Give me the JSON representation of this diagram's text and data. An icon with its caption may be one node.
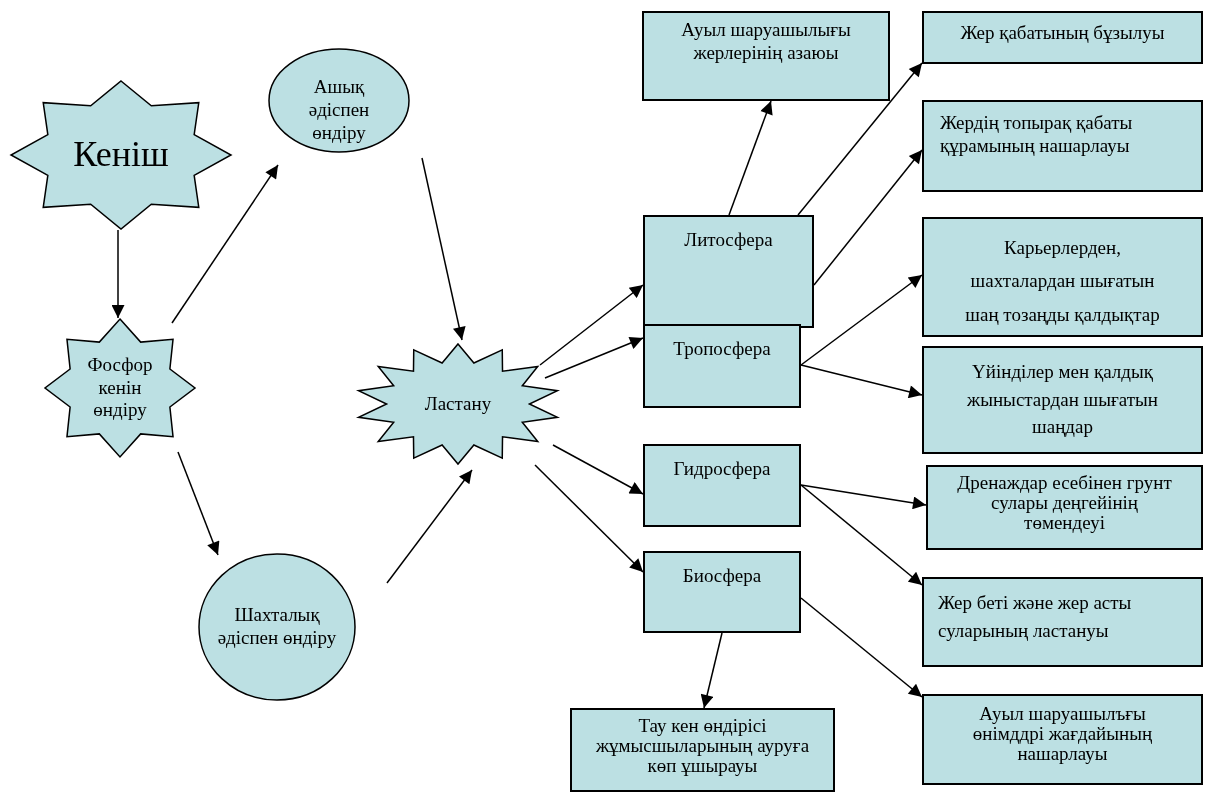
{
  "diagram": {
    "nodes": [
      {
        "text": [
          "Кеніш"
        ]
      },
      {
        "text": [
          "Ашық әдіспен өндіру"
        ]
      },
      {
        "text": [
          "Фосфор кенін өндіру"
        ]
      },
      {
        "text": [
          "Шахталық әдіспен өндіру"
        ]
      },
      {
        "text": [
          "Ластану"
        ]
      },
      {
        "text": [
          "Литосфера"
        ]
      },
      {
        "text": [
          "Тропосфера"
        ]
      },
      {
        "text": [
          "Гидросфера"
        ]
      },
      {
        "text": [
          "Биосфера"
        ]
      },
      {
        "text": [
          "Ауыл шаруашылығы жерлерінің азаюы"
        ]
      },
      {
        "text": [
          "Жер қабатының бұзылуы"
        ]
      },
      {
        "text": [
          "Жердің топырақ қабаты құрамының нашарлауы"
        ]
      },
      {
        "text": [
          "Карьерлерден, шахталардан шығатын шаң тозаңды қалдықтар"
        ]
      },
      {
        "text": [
          "Үйінділер мен қалдық жыныстардан шығатын шаңдар"
        ]
      },
      {
        "text": [
          "Дренаждар есебінен грунт сулары деңгейінің төмендеуі"
        ]
      },
      {
        "text": [
          "Жер беті және жер асты суларының ластануы"
        ]
      },
      {
        "text": [
          "Ауыл шаруашылъғы өнімддрі жағдайының нашарлауы"
        ]
      },
      {
        "text": [
          "Тау кен өндірісі жұмысшыларының ауруға көп ұшырауы"
        ]
      }
    ],
    "edges": [
      {
        "from": 0,
        "to": 2,
        "arrow": "to"
      },
      {
        "from": 2,
        "to": 1,
        "arrow": "to"
      },
      {
        "from": 2,
        "to": 3,
        "arrow": "to"
      },
      {
        "from": 1,
        "to": 4,
        "arrow": "to"
      },
      {
        "from": 3,
        "to": 4,
        "arrow": "to"
      },
      {
        "from": 4,
        "to": 5,
        "arrow": "to"
      },
      {
        "from": 4,
        "to": 6,
        "arrow": "to"
      },
      {
        "from": 4,
        "to": 7,
        "arrow": "to"
      },
      {
        "from": 4,
        "to": 8,
        "arrow": "to"
      },
      {
        "from": 5,
        "to": 9,
        "arrow": "to"
      },
      {
        "from": 5,
        "to": 10,
        "arrow": "to"
      },
      {
        "from": 5,
        "to": 11,
        "arrow": "to"
      },
      {
        "from": 6,
        "to": 12,
        "arrow": "to"
      },
      {
        "from": 6,
        "to": 13,
        "arrow": "to"
      },
      {
        "from": 7,
        "to": 14,
        "arrow": "to"
      },
      {
        "from": 7,
        "to": 15,
        "arrow": "to"
      },
      {
        "from": 8,
        "to": 17,
        "arrow": "to"
      },
      {
        "from": 8,
        "to": 16,
        "arrow": "to"
      }
    ]
  }
}
